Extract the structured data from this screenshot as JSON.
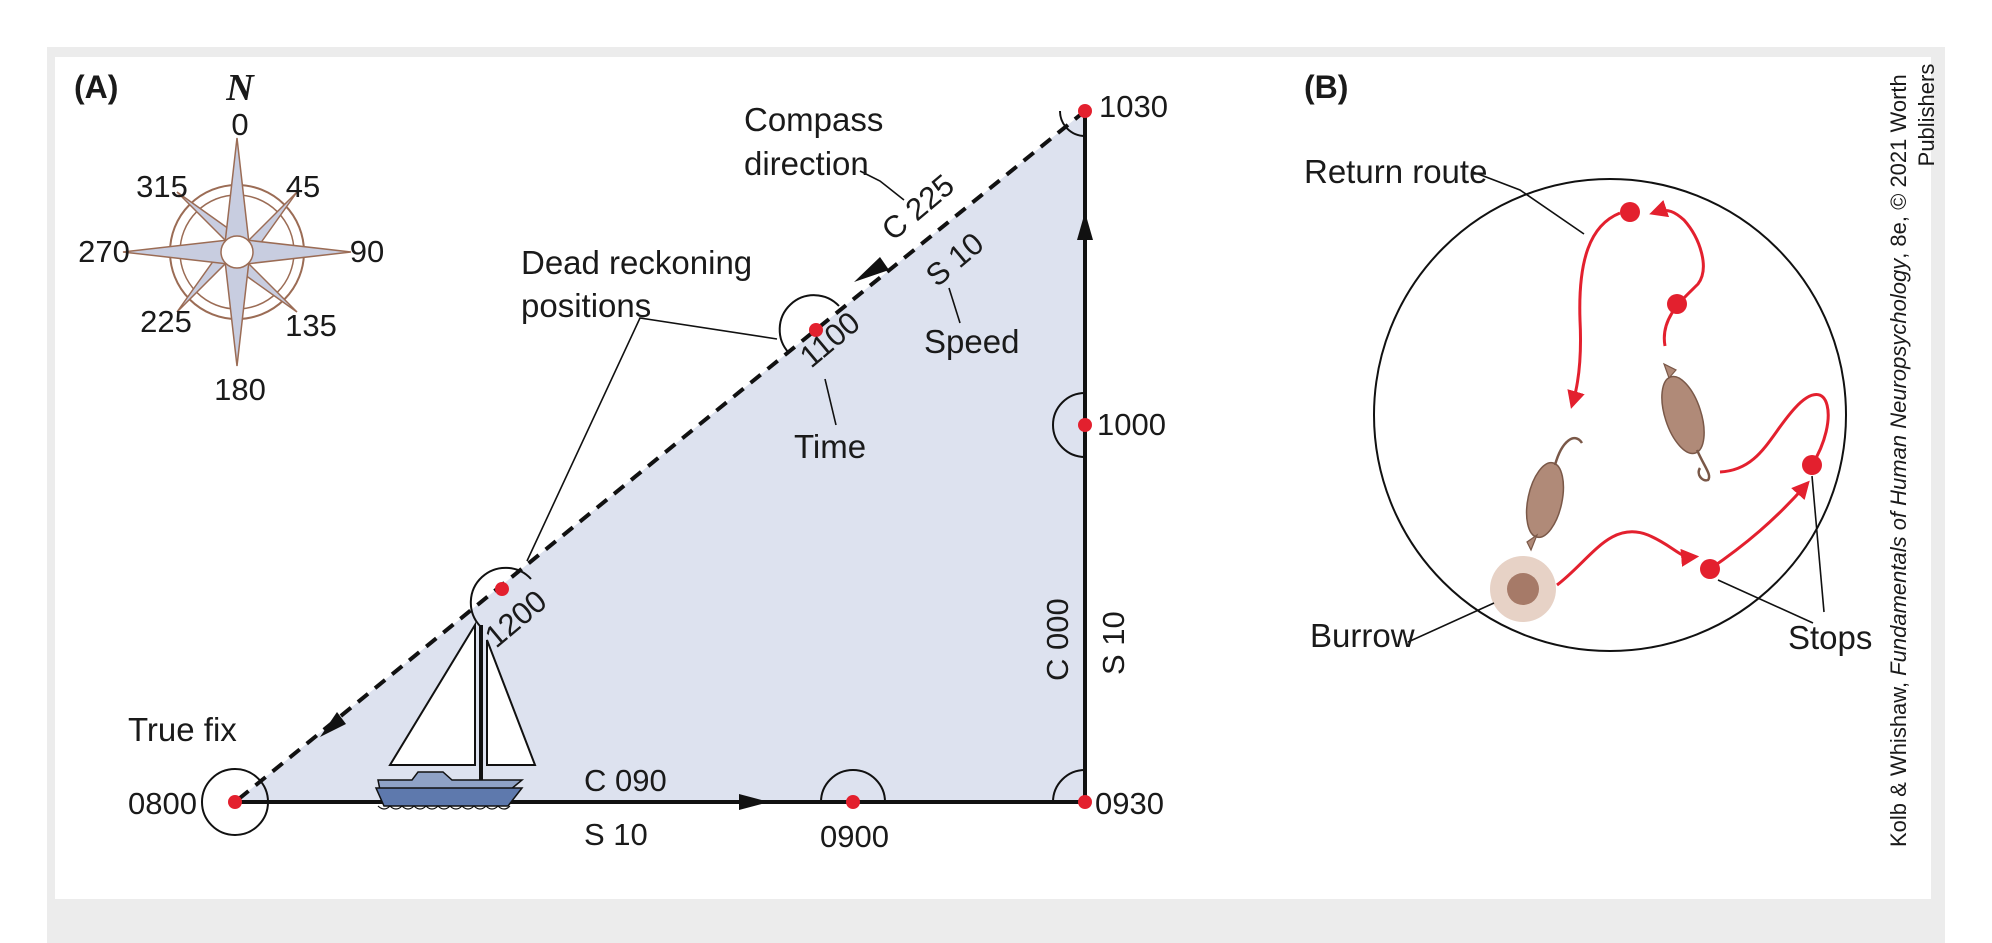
{
  "panel_a": {
    "label": "(A)",
    "compass": {
      "north_letter": "N",
      "bearings": [
        "0",
        "45",
        "90",
        "135",
        "180",
        "225",
        "270",
        "315"
      ]
    },
    "annotations": {
      "compass_direction_line1": "Compass",
      "compass_direction_line2": "direction",
      "dead_reckoning_line1": "Dead reckoning",
      "dead_reckoning_line2": "positions",
      "speed": "Speed",
      "time": "Time",
      "true_fix": "True fix"
    },
    "times": {
      "t0800": "0800",
      "t0900": "0900",
      "t0930": "0930",
      "t1000": "1000",
      "t1030": "1030",
      "t1100": "1100",
      "t1200": "1200"
    },
    "legs": {
      "east_course": "C 090",
      "east_speed": "S 10",
      "north_course": "C 000",
      "north_speed": "S 10",
      "return_course": "C 225",
      "return_speed": "S 10"
    }
  },
  "panel_b": {
    "label": "(B)",
    "annotations": {
      "return_route": "Return route",
      "burrow": "Burrow",
      "stops": "Stops"
    }
  },
  "credit": {
    "line1_prefix": "Kolb & Whishaw, ",
    "line1_title": "Fundamentals of Human Neuropsychology",
    "line1_suffix": ", 8e, © 2021 Worth",
    "line2": "Publishers"
  },
  "colors": {
    "fill": "#dde2ef",
    "point": "#e3202e",
    "route": "#e3202e",
    "line": "#111111",
    "compass_fill": "#c8cde0",
    "compass_stroke": "#9b6c55",
    "rat": "#b08a78",
    "burrow_outer": "#e7d2c6",
    "burrow_inner": "#a67a68",
    "frame": "#ececec"
  }
}
